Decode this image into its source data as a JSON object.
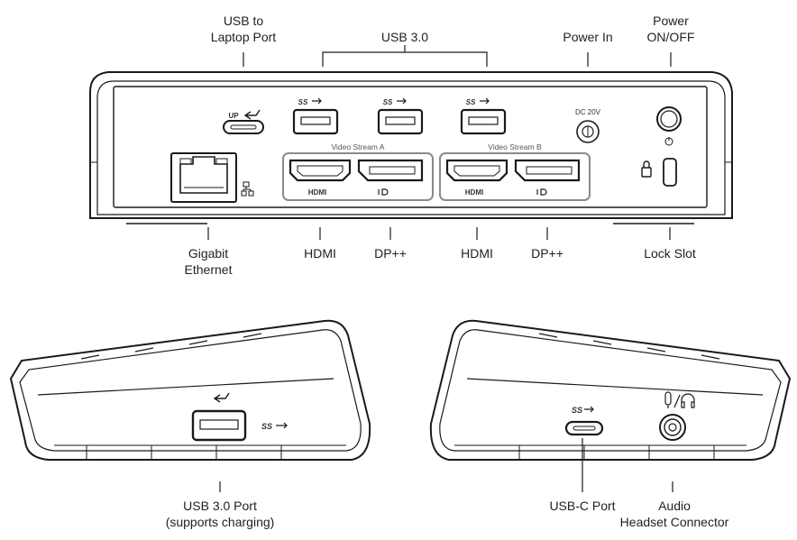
{
  "callouts": {
    "usb_to_laptop": [
      "USB to",
      "Laptop Port"
    ],
    "usb30_group": "USB 3.0",
    "power_in": "Power In",
    "power_onoff": [
      "Power",
      "ON/OFF"
    ],
    "gigabit_ethernet": [
      "Gigabit",
      "Ethernet"
    ],
    "hdmi_a": "HDMI",
    "dp_a": "DP++",
    "hdmi_b": "HDMI",
    "dp_b": "DP++",
    "lock_slot": "Lock Slot",
    "usb30_port": [
      "USB 3.0 Port",
      "(supports charging)"
    ],
    "usbc_port": "USB-C Port",
    "audio": [
      "Audio",
      "Headset Connector"
    ]
  },
  "device_print": {
    "video_stream_a": "Video Stream A",
    "video_stream_b": "Video Stream B",
    "hdmi_a": "HDMI",
    "hdmi_b": "HDMI",
    "up": "UP",
    "dc_20v": "DC 20V",
    "ss": "SS"
  },
  "colors": {
    "line": "#1a1a1a",
    "panel": "#ffffff",
    "group_box": "#8a8a8a"
  }
}
